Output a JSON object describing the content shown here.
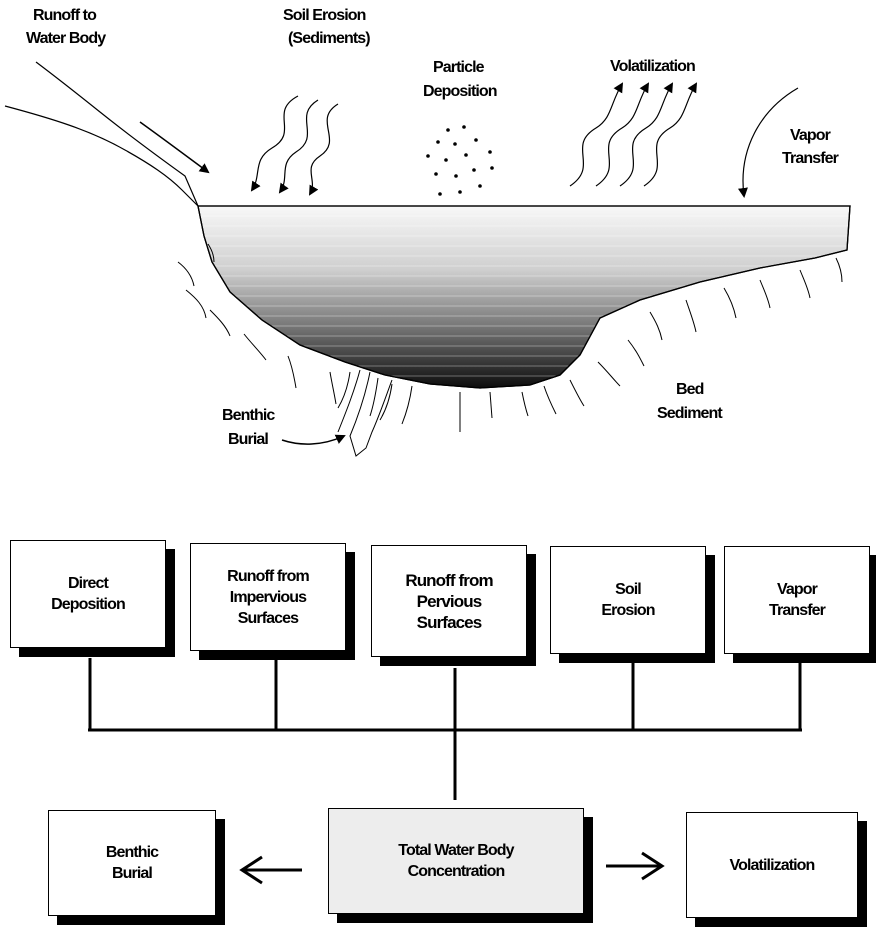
{
  "scene": {
    "labels": {
      "runoff": [
        "Runoff to",
        "Water Body"
      ],
      "soil_erosion": [
        "Soil Erosion",
        "(Sediments)"
      ],
      "particle_deposition": [
        "Particle",
        "Deposition"
      ],
      "volatilization": "Volatilization",
      "vapor_transfer": [
        "Vapor",
        "Transfer"
      ],
      "benthic_burial": [
        "Benthic",
        "Burial"
      ],
      "bed_sediment": [
        "Bed",
        "Sediment"
      ]
    }
  },
  "flowchart": {
    "inputs": [
      {
        "label": "Direct\nDeposition"
      },
      {
        "label": "Runoff from\nImpervious\nSurfaces"
      },
      {
        "label": "Runoff from\nPervious\nSurfaces"
      },
      {
        "label": "Soil\nErosion"
      },
      {
        "label": "Vapor\nTransfer"
      }
    ],
    "center": {
      "label": "Total Water Body\nConcentration"
    },
    "left_output": {
      "label": "Benthic\nBurial"
    },
    "right_output": {
      "label": "Volatilization"
    }
  }
}
